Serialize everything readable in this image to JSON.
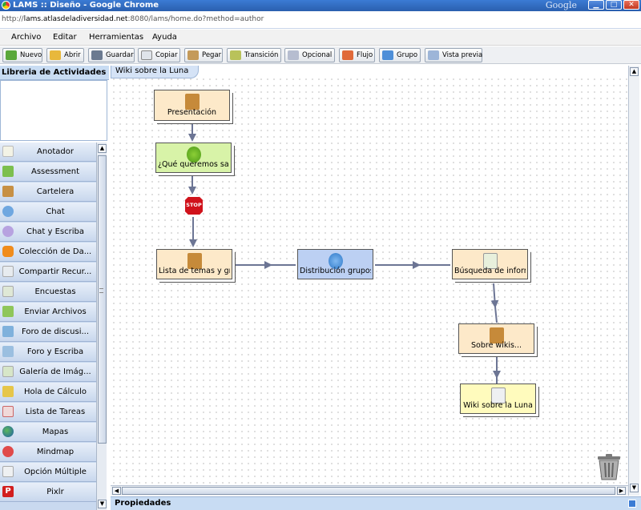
{
  "window": {
    "title": "LAMS :: Diseño - Google Chrome",
    "brand": "Google",
    "url_prefix": "http://",
    "url_host": "lams.atlasdeladiversidad.net",
    "url_rest": ":8080/lams/home.do?method=author"
  },
  "menu": [
    "Archivo",
    "Editar",
    "Herramientas",
    "Ayuda"
  ],
  "toolbar": {
    "nuevo": "Nuevo",
    "abrir": "Abrir",
    "guardar": "Guardar",
    "copiar": "Copiar",
    "pegar": "Pegar",
    "transicion": "Transición",
    "opcional": "Opcional",
    "flujo": "Flujo",
    "grupo": "Grupo",
    "vista_previa": "Vista previa"
  },
  "library": {
    "title": "Libreria de Actividades",
    "items": [
      {
        "label": "Anotador",
        "icon": "notepad-icon"
      },
      {
        "label": "Assessment",
        "icon": "assessment-icon"
      },
      {
        "label": "Cartelera",
        "icon": "noticeboard-icon"
      },
      {
        "label": "Chat",
        "icon": "chat-bubble-icon"
      },
      {
        "label": "Chat y Escriba",
        "icon": "chat-scribe-icon"
      },
      {
        "label": "Colección de Da...",
        "icon": "database-icon"
      },
      {
        "label": "Compartir Recur...",
        "icon": "share-resources-icon"
      },
      {
        "label": "Encuestas",
        "icon": "survey-icon"
      },
      {
        "label": "Enviar Archivos",
        "icon": "submit-files-icon"
      },
      {
        "label": "Foro de discusi...",
        "icon": "forum-icon"
      },
      {
        "label": "Foro y Escriba",
        "icon": "forum-scribe-icon"
      },
      {
        "label": "Galería de Imág...",
        "icon": "image-gallery-icon"
      },
      {
        "label": "Hola de Cálculo",
        "icon": "spreadsheet-icon"
      },
      {
        "label": "Lista de Tareas",
        "icon": "task-list-icon"
      },
      {
        "label": "Mapas",
        "icon": "globe-icon"
      },
      {
        "label": "Mindmap",
        "icon": "mindmap-icon"
      },
      {
        "label": "Opción Múltiple",
        "icon": "multiple-choice-icon"
      },
      {
        "label": "Pixlr",
        "icon": "pixlr-icon"
      }
    ]
  },
  "canvas": {
    "tab_label": "Wiki sobre la Luna",
    "nodes": {
      "presentacion": "Presentación",
      "que_queremos": "¿Qué queremos sabe",
      "lista_temas": "Lista de temas y gru",
      "distribucion": "Distribución grupos",
      "busqueda": "Búsqueda de inform",
      "sobre_wikis": "Sobre wikis...",
      "wiki_luna": "Wiki sobre la Luna"
    },
    "stop_label": "STOP"
  },
  "properties": {
    "title": "Propiedades"
  },
  "colors": {
    "node_orange": "#fde9c9",
    "node_green": "#d8f3a8",
    "node_blue": "#bcd0f3",
    "node_yellow": "#fffbbd",
    "arrow": "#6c7594",
    "titlebar": "#2f6bc4"
  }
}
